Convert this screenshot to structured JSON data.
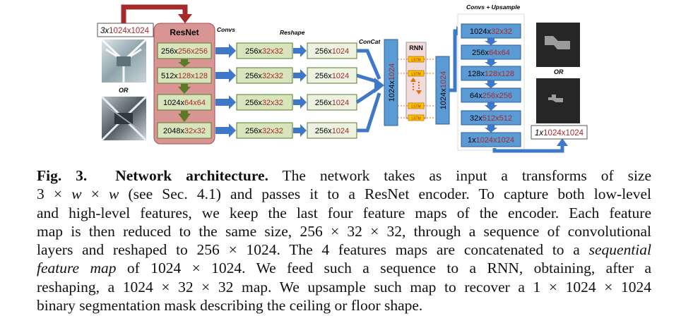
{
  "figure": {
    "input_label_prefix": "3x",
    "input_label_value": "1024x1024",
    "or_left": "OR",
    "resnet_title": "ResNet",
    "resnet_blocks": [
      {
        "a": "256x",
        "b": "256x256"
      },
      {
        "a": "512x",
        "b": "128x128"
      },
      {
        "a": "1024x",
        "b": "64x64"
      },
      {
        "a": "2048x",
        "b": "32x32"
      }
    ],
    "convs_label": "Convs",
    "reshape_label": "Reshape",
    "concat_label": "ConCat",
    "conv_outputs": [
      {
        "a": "256x",
        "b": "32x32"
      },
      {
        "a": "256x",
        "b": "32x32"
      },
      {
        "a": "256x",
        "b": "32x32"
      },
      {
        "a": "256x",
        "b": "32x32"
      }
    ],
    "reshape_outputs": [
      {
        "a": "256x",
        "b": "1024"
      },
      {
        "a": "256x",
        "b": "1024"
      },
      {
        "a": "256x",
        "b": "1024"
      },
      {
        "a": "256x",
        "b": "1024"
      }
    ],
    "concat_a": "1024x",
    "concat_b": "1024",
    "rnn_title": "RNN",
    "lstm_label": "LSTM",
    "post_a": "1024x",
    "post_b": "1024",
    "upsample_title": "Convs + Upsample",
    "upsample_blocks": [
      {
        "a": "1024x",
        "b": "32x32"
      },
      {
        "a": "256x",
        "b": "64x64"
      },
      {
        "a": "128x",
        "b": "128x128"
      },
      {
        "a": "64x",
        "b": "256x256"
      },
      {
        "a": "32x",
        "b": "512x512"
      },
      {
        "a": "1x",
        "b": "1024x1024"
      }
    ],
    "or_right": "OR",
    "output_label_prefix": "1x",
    "output_label_value": "1024x1024",
    "colors": {
      "accent_red": "#a52a2a",
      "arrow_blue": "#3f78c8",
      "box_blue": "#5b9bd5",
      "resnet_pink": "#d99594",
      "green_box": "#d7e4bc"
    }
  },
  "caption": {
    "label": "Fig. 3.",
    "title": "Network architecture.",
    "line1_rest": " The network takes as input a transforms of size",
    "line2": [
      {
        "t": "3 × ",
        "c": "r"
      },
      {
        "t": "w",
        "c": "m"
      },
      {
        "t": " × ",
        "c": "r"
      },
      {
        "t": "w",
        "c": "m"
      },
      {
        "t": " (see Sec. 4.1) and passes it to a ResNet encoder. To capture both low-level",
        "c": "r"
      }
    ],
    "line3": "and high-level features, we keep the last four feature maps of the encoder. Each feature",
    "line4": "map is then reduced to the same size, 256 × 32 × 32, through a sequence of convolutional",
    "line5_a": "layers and reshaped to 256 × 1024. The 4 features maps are concatenated to a ",
    "line5_it": "sequential",
    "line6_it": "feature map",
    "line6_b": " of 1024 × 1024. We feed such a sequence to a RNN, obtaining, after a",
    "line7": "reshaping, a 1024 × 32 × 32 map. We upsample such map to recover a 1 × 1024 × 1024",
    "line8": "binary segmentation mask describing the ceiling or floor shape."
  }
}
